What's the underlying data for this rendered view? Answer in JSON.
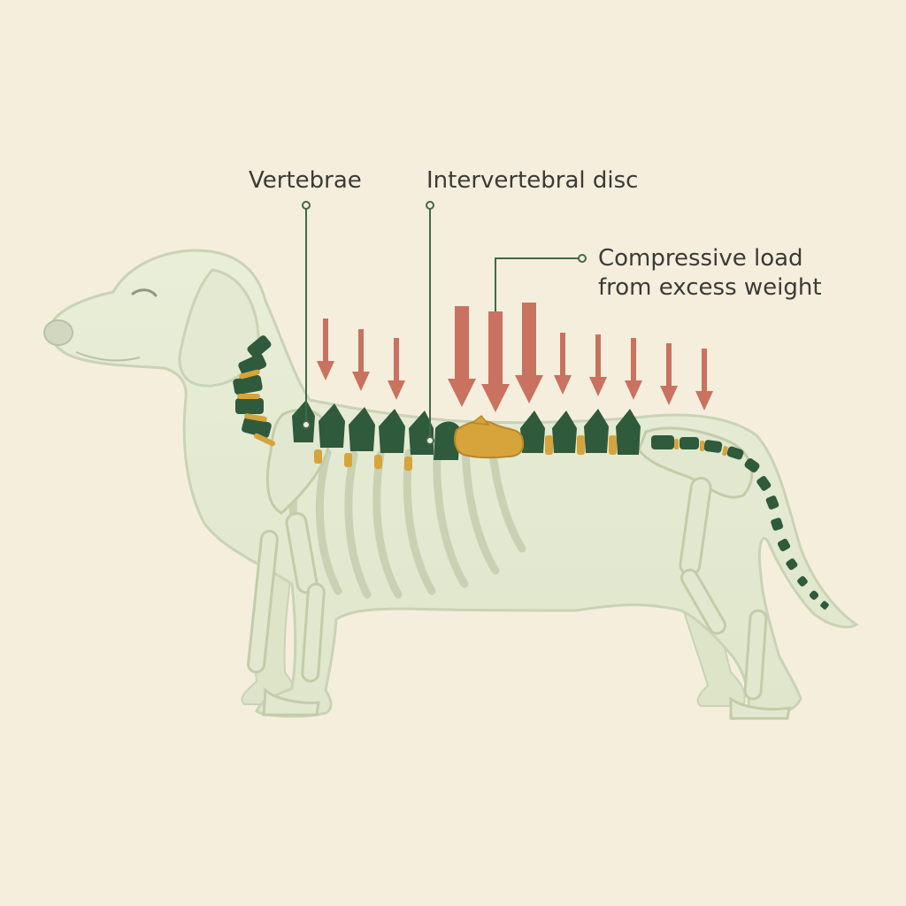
{
  "labels": {
    "vertebrae": "Vertebrae",
    "disc": "Intervertebral disc",
    "load_line1": "Compressive load",
    "load_line2": "from excess weight"
  },
  "colors": {
    "background": "#f5eedd",
    "body_fill": "#e6ebd4",
    "bone_outline": "#c9d3b5",
    "vertebra": "#2f5a3c",
    "disc": "#d6a43a",
    "load_arrow": "#c9725f",
    "leader_line": "#3f6a49"
  },
  "icons": {
    "load_arrows": "down-arrow",
    "leader_end": "circle-marker"
  }
}
